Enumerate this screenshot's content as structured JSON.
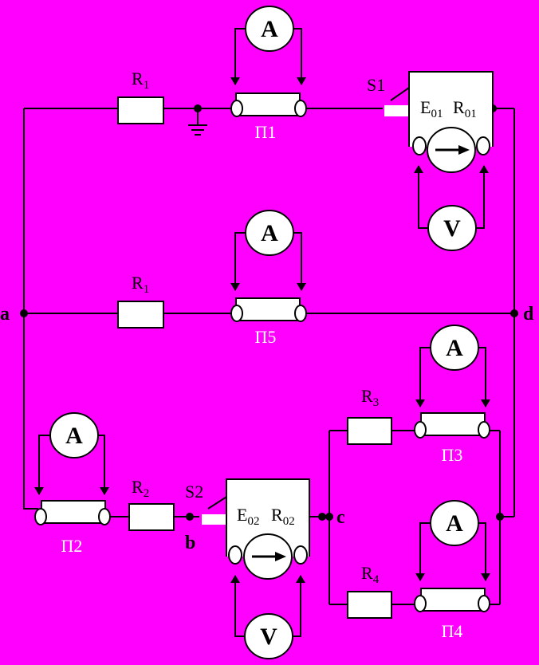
{
  "colors": {
    "background": "#FF00FF",
    "wire": "#000000",
    "component_fill": "#FFFFFF"
  },
  "nodes": {
    "a": "a",
    "b": "b",
    "c": "c",
    "d": "d"
  },
  "resistors": {
    "r1_top": {
      "base": "R",
      "sub": "1"
    },
    "r1_mid": {
      "base": "R",
      "sub": "1"
    },
    "r2": {
      "base": "R",
      "sub": "2"
    },
    "r3": {
      "base": "R",
      "sub": "3"
    },
    "r4": {
      "base": "R",
      "sub": "4"
    }
  },
  "instruments": {
    "p1": "П1",
    "p2": "П2",
    "p3": "П3",
    "p4": "П4",
    "p5": "П5"
  },
  "switches": {
    "s1": "S1",
    "s2": "S2"
  },
  "sources": {
    "src1": {
      "e_base": "E",
      "e_sub": "01",
      "r_base": "R",
      "r_sub": "01"
    },
    "src2": {
      "e_base": "E",
      "e_sub": "02",
      "r_base": "R",
      "r_sub": "02"
    }
  },
  "meters": {
    "ammeter": "A",
    "voltmeter": "V"
  }
}
